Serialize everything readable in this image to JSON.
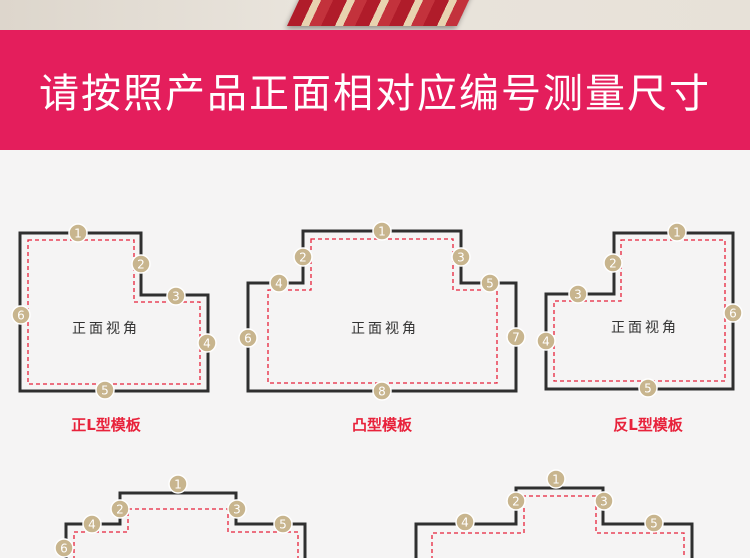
{
  "banner": {
    "title": "请按照产品正面相对应编号测量尺寸"
  },
  "view_label": "正面视角",
  "templates": [
    {
      "name": "正L型模板",
      "badges": [
        "1",
        "2",
        "3",
        "4",
        "5",
        "6"
      ]
    },
    {
      "name": "凸型模板",
      "badges": [
        "1",
        "2",
        "3",
        "4",
        "5",
        "6",
        "7",
        "8"
      ]
    },
    {
      "name": "反L型模板",
      "badges": [
        "1",
        "2",
        "3",
        "4",
        "5",
        "6"
      ]
    },
    {
      "badges": [
        "1",
        "2",
        "3",
        "4",
        "5",
        "6"
      ]
    },
    {
      "badges": [
        "1",
        "2",
        "3",
        "4",
        "5"
      ]
    }
  ],
  "colors": {
    "banner": "#e41e5c",
    "outline": "#2f2f2f",
    "dashed": "#e8223b",
    "badge": "#c8b58e",
    "template_name": "#e8223b"
  }
}
